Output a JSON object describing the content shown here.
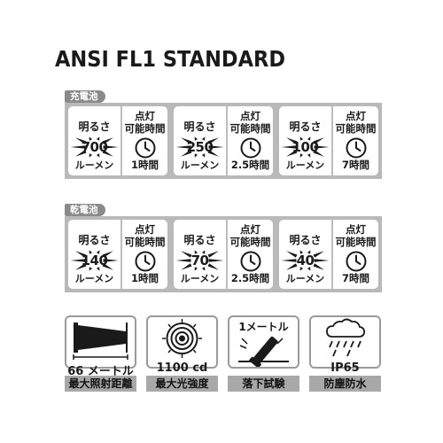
{
  "title": "ANSI FL1 STANDARD",
  "sections": [
    {
      "label": "充電池",
      "cards": [
        {
          "brightness_label": "明るさ",
          "lit_label_1": "点灯",
          "lit_label_2": "可能時間",
          "lumens": "700",
          "lumen_unit": "ルーメン",
          "hours": "1時間"
        },
        {
          "brightness_label": "明るさ",
          "lit_label_1": "点灯",
          "lit_label_2": "可能時間",
          "lumens": "250",
          "lumen_unit": "ルーメン",
          "hours": "2.5時間"
        },
        {
          "brightness_label": "明るさ",
          "lit_label_1": "点灯",
          "lit_label_2": "可能時間",
          "lumens": "100",
          "lumen_unit": "ルーメン",
          "hours": "7時間"
        }
      ]
    },
    {
      "label": "乾電池",
      "cards": [
        {
          "brightness_label": "明るさ",
          "lit_label_1": "点灯",
          "lit_label_2": "可能時間",
          "lumens": "140",
          "lumen_unit": "ルーメン",
          "hours": "1時間"
        },
        {
          "brightness_label": "明るさ",
          "lit_label_1": "点灯",
          "lit_label_2": "可能時間",
          "lumens": "70",
          "lumen_unit": "ルーメン",
          "hours": "2.5時間"
        },
        {
          "brightness_label": "明るさ",
          "lit_label_1": "点灯",
          "lit_label_2": "可能時間",
          "lumens": "40",
          "lumen_unit": "ルーメン",
          "hours": "7時間"
        }
      ]
    }
  ],
  "specs": [
    {
      "icon": "beam-distance-icon",
      "value": "66 メートル",
      "caption": "最大照射距離"
    },
    {
      "icon": "peak-intensity-icon",
      "value": "1100 cd",
      "caption": "最大光強度"
    },
    {
      "icon": "impact-resistance-icon",
      "value": "1メートル",
      "caption": "落下試験"
    },
    {
      "icon": "water-resistance-icon",
      "value": "IP65",
      "caption": "防塵防水"
    }
  ],
  "colors": {
    "band": "#b9b9b9",
    "label_bg": "#8a8a8a",
    "caption_bg": "#a8a8a8",
    "text": "#1a1a1a"
  }
}
